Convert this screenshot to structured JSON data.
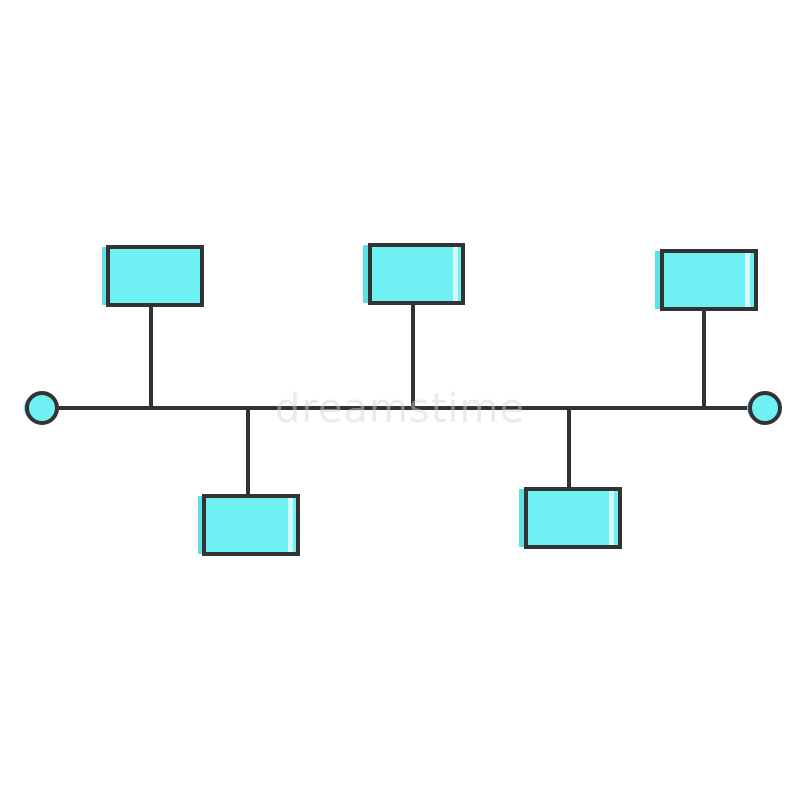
{
  "diagram": {
    "type": "timeline",
    "colors": {
      "line": "#333333",
      "box_fill": "#6ff1f3",
      "box_shadow": "#5fe0e6",
      "node_fill": "#6ff1f3",
      "background": "#ffffff"
    },
    "endpoints": [
      "start-node",
      "end-node"
    ],
    "boxes": [
      {
        "id": "box-1",
        "side": "above"
      },
      {
        "id": "box-2",
        "side": "below"
      },
      {
        "id": "box-3",
        "side": "above"
      },
      {
        "id": "box-4",
        "side": "below"
      },
      {
        "id": "box-5",
        "side": "above"
      }
    ]
  },
  "watermark": {
    "text": "dreamstime"
  }
}
